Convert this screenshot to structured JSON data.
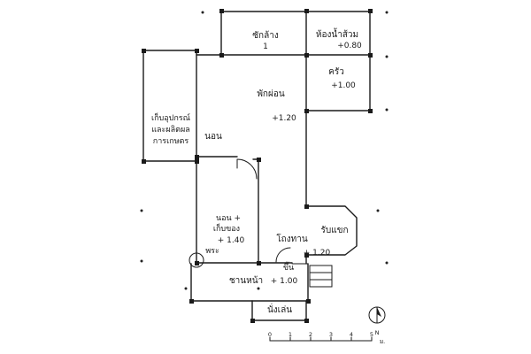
{
  "rooms": {
    "washroom": {
      "label": "ซักล้าง",
      "level": "1"
    },
    "bathroom": {
      "label": "ห้องน้ำส้วม",
      "level": "+0.80"
    },
    "kitchen": {
      "label": "ครัว",
      "level": "+1.00"
    },
    "family": {
      "label": "พักผ่อน",
      "level": "+1.20"
    },
    "storage": {
      "line1": "เก็บอุปกรณ์",
      "line2": "และผลิตผล",
      "line3": "การเกษตร"
    },
    "sleep_area": {
      "label": "นอน"
    },
    "bedroom": {
      "line1": "นอน +",
      "line2": "เก็บของ",
      "level": "+ 1.40"
    },
    "shrine": {
      "label": "พระ"
    },
    "dining": {
      "label": "โถงทาน",
      "level": "+ 1.20"
    },
    "guest": {
      "label": "รับแขก"
    },
    "terrace": {
      "label": "ชานหน้า",
      "level": "+ 1.00"
    },
    "seat": {
      "label": "นั่งเล่น"
    }
  },
  "marks": {
    "step": "ขึ้น"
  },
  "scale": {
    "ticks": [
      "0",
      "1",
      "2",
      "3",
      "4",
      "5"
    ],
    "unit": "ม."
  },
  "north": {
    "label": "N"
  }
}
